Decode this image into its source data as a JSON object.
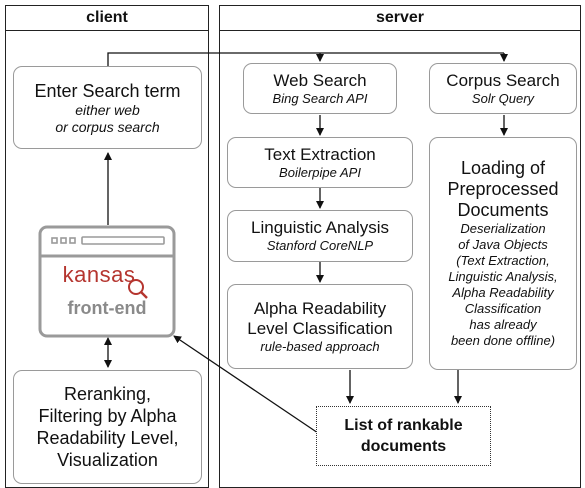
{
  "lanes": {
    "client": "client",
    "server": "server"
  },
  "client": {
    "search_box": {
      "title": "Enter Search term",
      "sub_1": "either web",
      "sub_2": "or corpus search"
    },
    "frontend": {
      "logo_word": "kansas",
      "label": "front-end",
      "brand_color": "#b5352f"
    },
    "rerank_box": {
      "line_1": "Reranking,",
      "line_2": "Filtering by Alpha",
      "line_3": "Readability Level,",
      "line_4": "Visualization"
    }
  },
  "server": {
    "web_search": {
      "title": "Web Search",
      "sub": "Bing Search API"
    },
    "text_extraction": {
      "title": "Text Extraction",
      "sub": "Boilerpipe API"
    },
    "linguistic": {
      "title": "Linguistic Analysis",
      "sub": "Stanford CoreNLP"
    },
    "alpha": {
      "title_1": "Alpha Readability",
      "title_2": "Level Classification",
      "sub": "rule-based approach"
    },
    "corpus_search": {
      "title": "Corpus Search",
      "sub": "Solr Query"
    },
    "loading": {
      "title_1": "Loading of",
      "title_2": "Preprocessed",
      "title_3": "Documents",
      "sub_1": "Deserialization",
      "sub_2": "of Java Objects",
      "sub_3": "(Text Extraction,",
      "sub_4": "Linguistic Analysis,",
      "sub_5": "Alpha Readability",
      "sub_6": "Classification",
      "sub_7": "has already",
      "sub_8": "been done offline)"
    },
    "rankable": {
      "line_1": "List of rankable",
      "line_2": "documents"
    }
  }
}
